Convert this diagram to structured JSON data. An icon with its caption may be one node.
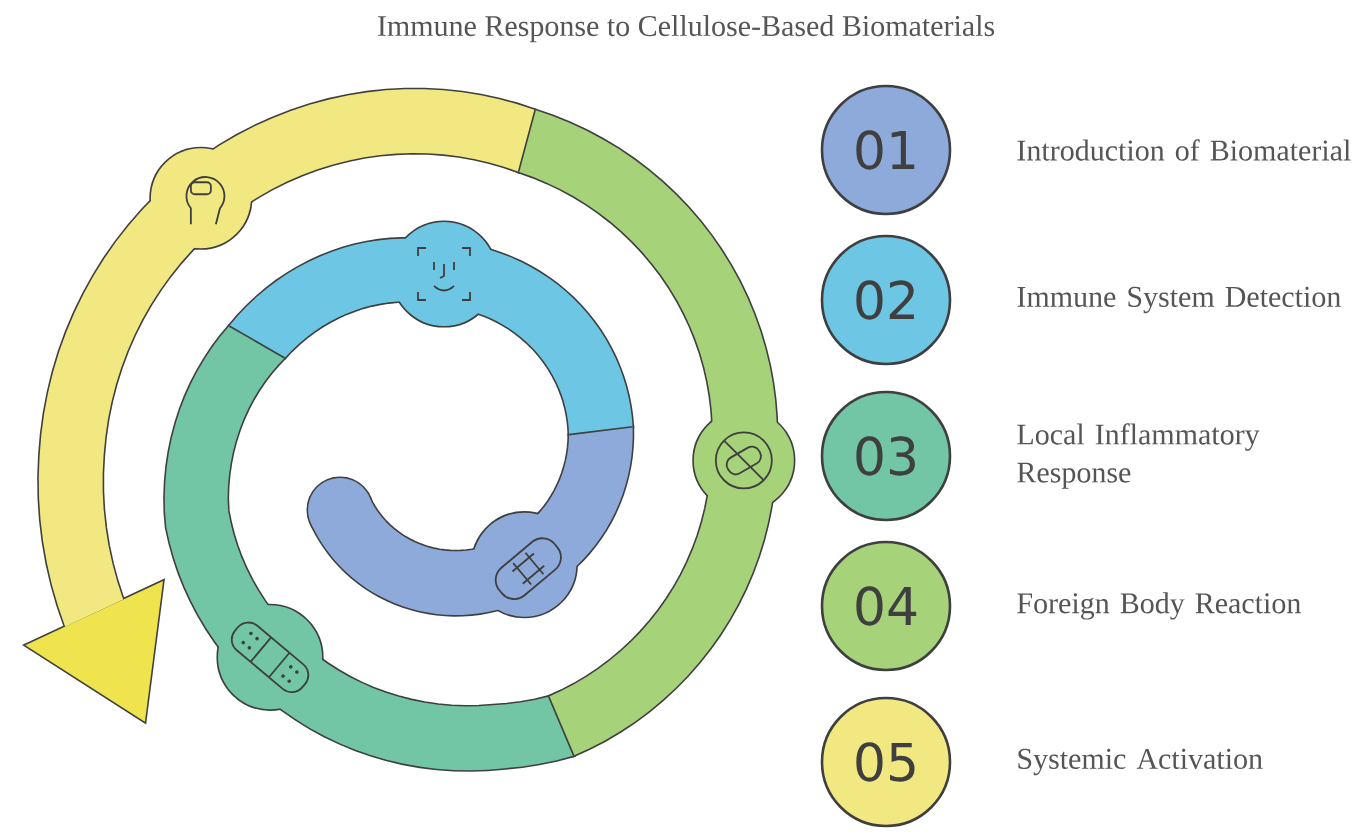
{
  "diagram": {
    "title": "Immune Response to Cellulose-Based Biomaterials",
    "nodes": [
      {
        "text": [
          "01"
        ],
        "beside": [
          "Introduction of Biomaterial"
        ]
      },
      {
        "text": [
          "02"
        ],
        "beside": [
          "Immune System Detection"
        ]
      },
      {
        "text": [
          "03"
        ],
        "beside": [
          "Local Inflammatory Response"
        ]
      },
      {
        "text": [
          "04"
        ],
        "beside": [
          "Foreign Body Reaction"
        ]
      },
      {
        "text": [
          "05"
        ],
        "beside": [
          "Systemic Activation"
        ]
      }
    ]
  }
}
